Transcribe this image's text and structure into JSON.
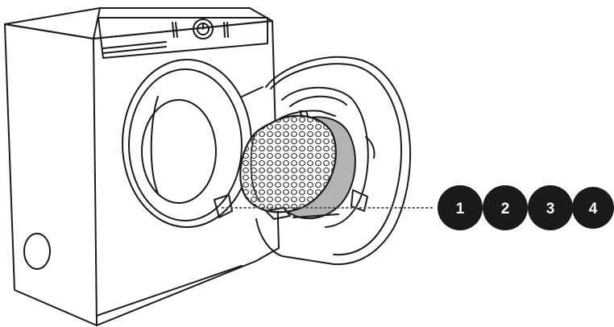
{
  "illustration": {
    "subject": "dryer-open-door-with-filter",
    "colors": {
      "line": "#1a1a1a",
      "filter_fill": "#b3b3b3",
      "mesh_fill": "#ffffff",
      "badge": "#1a1a1a",
      "badge_text": "#ffffff",
      "leader": "#555555"
    }
  },
  "steps": [
    {
      "label": "1"
    },
    {
      "label": "2"
    },
    {
      "label": "3"
    },
    {
      "label": "4"
    }
  ]
}
